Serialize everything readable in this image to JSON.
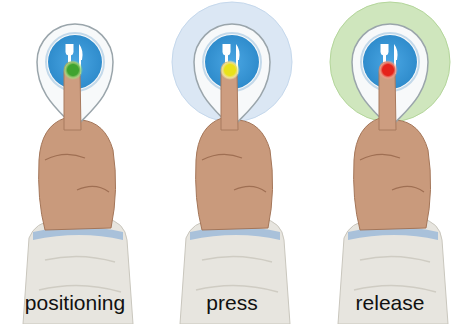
{
  "diagram": {
    "labels": [
      "positioning",
      "press",
      "release"
    ]
  }
}
